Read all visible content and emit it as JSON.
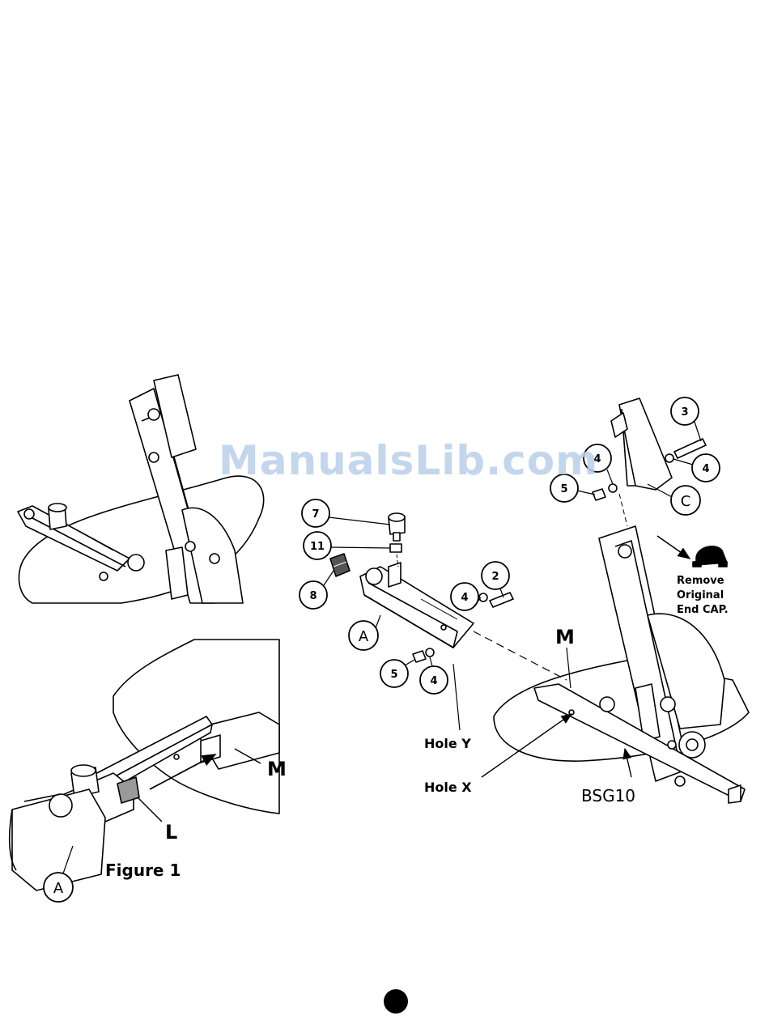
{
  "watermark": "ManualsLib.com",
  "callouts": {
    "part_2": "2",
    "part_3": "3",
    "part_4_top_left": "4",
    "part_4_top_right": "4",
    "part_4_mid": "4",
    "part_4_low": "4",
    "part_5_top": "5",
    "part_5_low": "5",
    "part_7": "7",
    "part_8": "8",
    "part_11": "11",
    "assembly_a_main": "A",
    "assembly_a_fig1": "A",
    "assembly_c": "C"
  },
  "labels": {
    "remove_line1": "Remove",
    "remove_line2": "Original",
    "remove_line3": "End CAP.",
    "m_main": "M",
    "m_fig1": "M",
    "hole_y": "Hole Y",
    "hole_x": "Hole X",
    "bsg10": "BSG10",
    "l": "L",
    "figure_1": "Figure 1"
  }
}
